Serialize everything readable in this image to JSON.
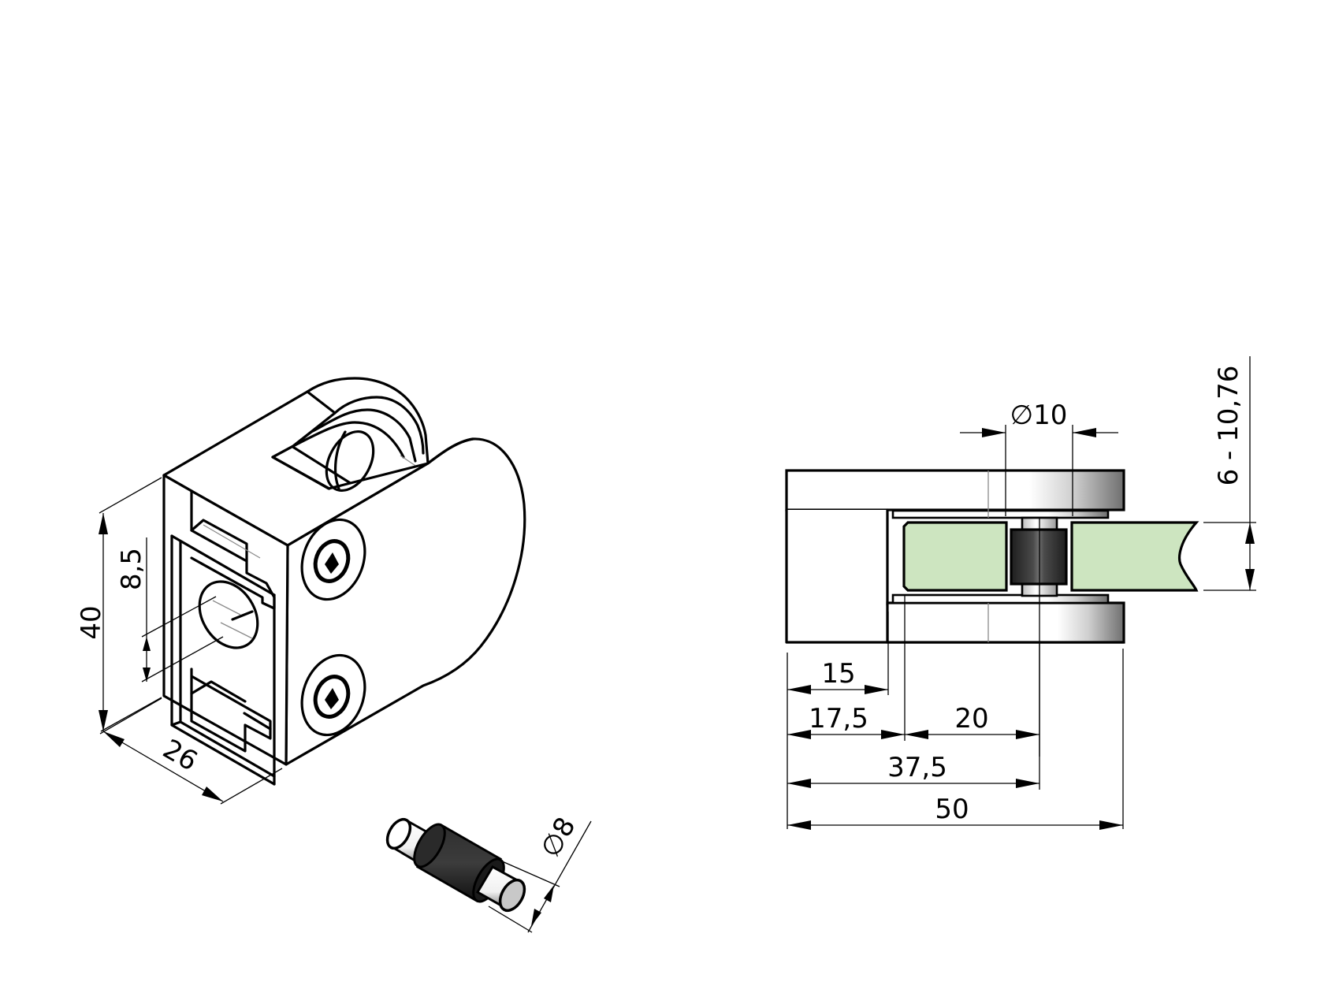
{
  "drawing": {
    "title": "Glass clamp technical drawing",
    "colors": {
      "line": "#000000",
      "glass_fill": "#cde5c0",
      "rubber_dark": "#2a2a2a",
      "background": "#ffffff"
    },
    "isometric_view": {
      "dimensions": {
        "height": "40",
        "depth": "26",
        "slot_height": "8,5"
      }
    },
    "pin_view": {
      "dimensions": {
        "diameter": "∅8"
      }
    },
    "section_view": {
      "dimensions": {
        "pin_diameter": "∅10",
        "glass_thickness": "6 - 10,76",
        "d15": "15",
        "d17_5": "17,5",
        "d20": "20",
        "d37_5": "37,5",
        "d50": "50"
      }
    }
  }
}
